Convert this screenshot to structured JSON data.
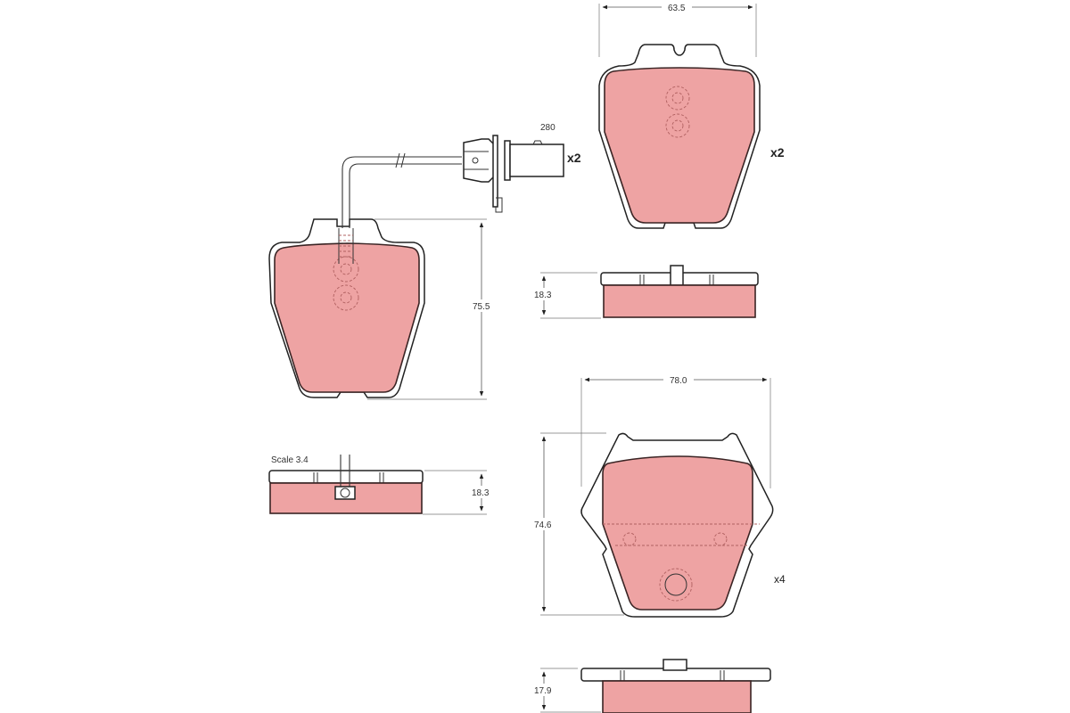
{
  "colors": {
    "pad_fill": "#eea3a3",
    "outline": "#3a2424",
    "background": "#ffffff"
  },
  "views": {
    "pad_a_front": {
      "height_label": "75.5"
    },
    "pad_a_side": {
      "thickness_label": "18.3",
      "scale_label": "Scale 3.4"
    },
    "wear_sensor": {
      "length_label": "280",
      "quantity_label": "x2"
    },
    "pad_b_front": {
      "width_label": "63.5",
      "quantity_label": "x2"
    },
    "pad_b_side": {
      "thickness_label": "18.3"
    },
    "pad_c_front": {
      "width_label": "78.0",
      "height_label": "74.6",
      "quantity_label": "x4"
    },
    "pad_c_side": {
      "thickness_label": "17.9"
    }
  }
}
